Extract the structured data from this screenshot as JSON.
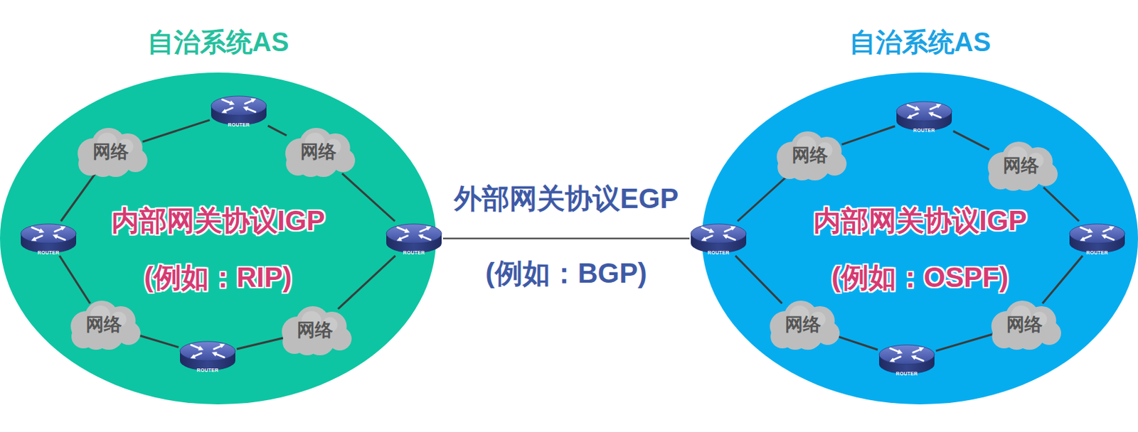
{
  "diagram": {
    "nodes": [
      {
        "text": [
          "自治系统AS",
          "内部网关协议IGP",
          "(例如：RIP)"
        ]
      },
      {
        "text": [
          "ROUTER"
        ],
        "in": 0
      },
      {
        "text": [
          "网络"
        ],
        "in": 0
      },
      {
        "text": [
          "网络"
        ],
        "in": 0
      },
      {
        "text": [
          "ROUTER"
        ],
        "in": 0
      },
      {
        "text": [
          "ROUTER"
        ],
        "in": 0
      },
      {
        "text": [
          "网络"
        ],
        "in": 0
      },
      {
        "text": [
          "ROUTER"
        ],
        "in": 0
      },
      {
        "text": [
          "网络"
        ],
        "in": 0
      },
      {
        "text": [
          "自治系统AS",
          "内部网关协议IGP",
          "(例如：OSPF)"
        ]
      },
      {
        "text": [
          "ROUTER"
        ],
        "in": 9
      },
      {
        "text": [
          "网络"
        ],
        "in": 9
      },
      {
        "text": [
          "网络"
        ],
        "in": 9
      },
      {
        "text": [
          "ROUTER"
        ],
        "in": 9
      },
      {
        "text": [
          "ROUTER"
        ],
        "in": 9
      },
      {
        "text": [
          "网络"
        ],
        "in": 9
      },
      {
        "text": [
          "ROUTER"
        ],
        "in": 9
      },
      {
        "text": [
          "网络"
        ],
        "in": 9
      }
    ],
    "edges": [
      {
        "from": 1,
        "to": 2,
        "arrow": "none"
      },
      {
        "from": 1,
        "to": 3,
        "arrow": "none"
      },
      {
        "from": 2,
        "to": 4,
        "arrow": "none"
      },
      {
        "from": 4,
        "to": 6,
        "arrow": "none"
      },
      {
        "from": 6,
        "to": 7,
        "arrow": "none"
      },
      {
        "from": 7,
        "to": 8,
        "arrow": "none"
      },
      {
        "from": 8,
        "to": 5,
        "arrow": "none"
      },
      {
        "from": 3,
        "to": 5,
        "arrow": "none"
      },
      {
        "from": 5,
        "to": 13,
        "label": "外部网关协议EGP",
        "arrow": "none"
      },
      {
        "from": 13,
        "to": 11,
        "arrow": "none"
      },
      {
        "from": 11,
        "to": 10,
        "arrow": "none"
      },
      {
        "from": 10,
        "to": 12,
        "arrow": "none"
      },
      {
        "from": 12,
        "to": 14,
        "arrow": "none"
      },
      {
        "from": 14,
        "to": 17,
        "arrow": "none"
      },
      {
        "from": 17,
        "to": 16,
        "arrow": "none"
      },
      {
        "from": 16,
        "to": 15,
        "arrow": "none"
      },
      {
        "from": 15,
        "to": 13,
        "arrow": "none"
      }
    ],
    "labels": [
      "(例如：BGP)"
    ]
  }
}
